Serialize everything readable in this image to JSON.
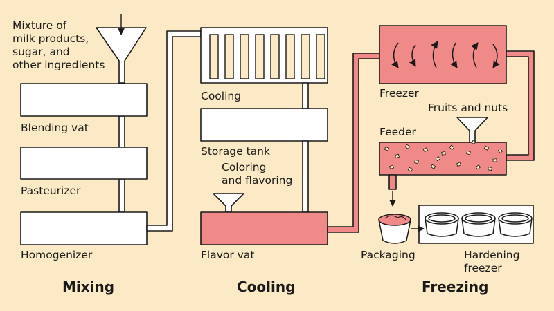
{
  "labels": {
    "ingredients": "Mixture of\nmilk products,\nsugar, and\nother ingredients",
    "blending_vat": "Blending vat",
    "pasteurizer": "Pasteurizer",
    "homogenizer": "Homogenizer",
    "cooling": "Cooling",
    "storage_tank": "Storage tank",
    "coloring": "Coloring\nand flavoring",
    "flavor_vat": "Flavor vat",
    "freezer": "Freezer",
    "fruits_nuts": "Fruits and nuts",
    "feeder": "Feeder",
    "packaging": "Packaging",
    "hardening_freezer": "Hardening\nfreezer"
  },
  "sections": {
    "mixing": "Mixing",
    "cooling": "Cooling",
    "freezing": "Freezing"
  },
  "colors": {
    "background": "#fce9c5",
    "pipe_fill": "#ffffff",
    "accent_fill": "#f08a88",
    "outline": "#1a1a1a"
  }
}
